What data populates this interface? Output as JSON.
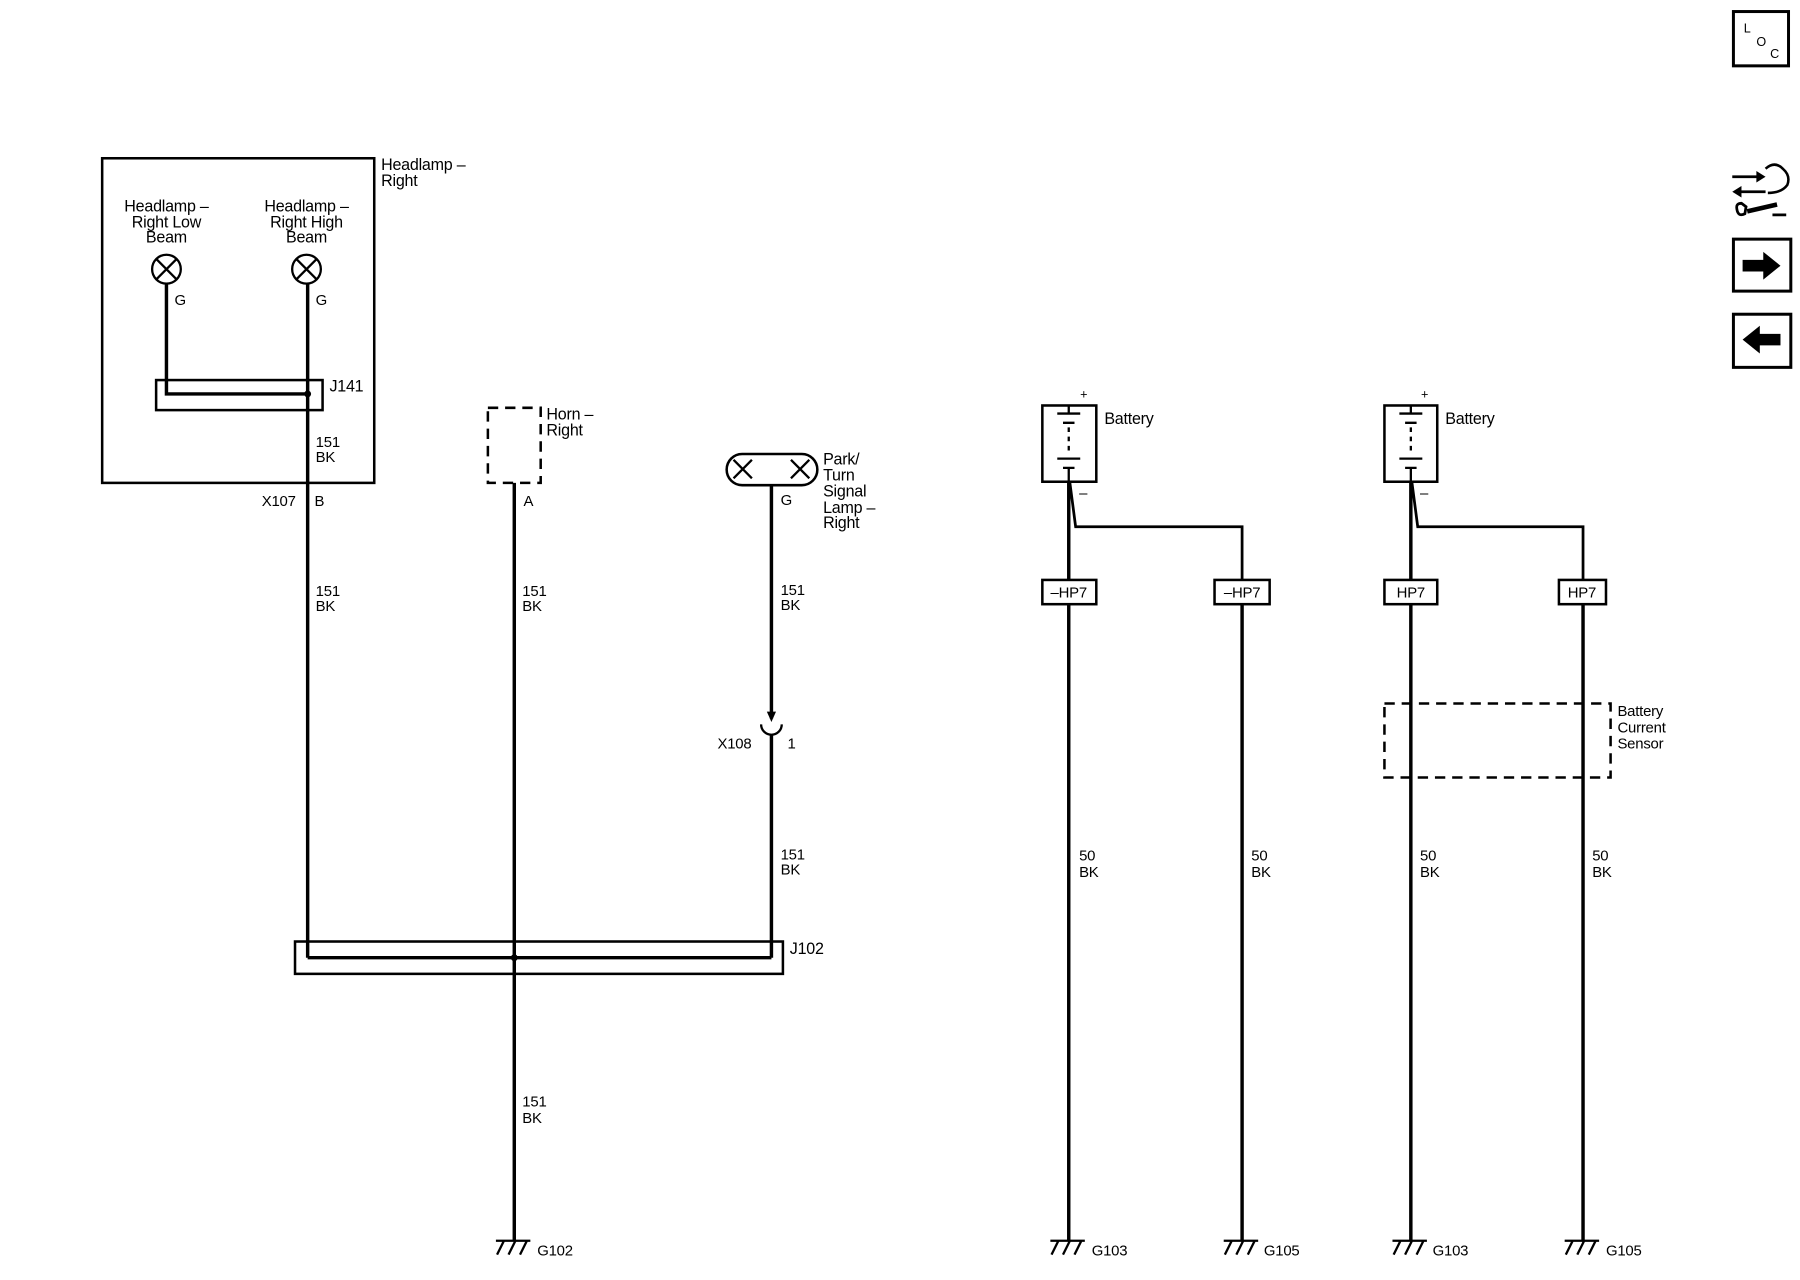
{
  "diagram": {
    "headlamp_right": {
      "label": [
        "Headlamp –",
        "Right"
      ]
    },
    "low_beam": {
      "label": [
        "Headlamp –",
        "Right Low",
        "Beam"
      ],
      "pin": "G"
    },
    "high_beam": {
      "label": [
        "Headlamp –",
        "Right High",
        "Beam"
      ],
      "pin": "G"
    },
    "j141": "J141",
    "x107": {
      "name": "X107",
      "pin": "B"
    },
    "horn_right": {
      "label": [
        "Horn –",
        "Right"
      ],
      "pin": "A"
    },
    "park_turn_lamp": {
      "label": [
        "Park/",
        "Turn",
        "Signal",
        "Lamp –",
        "Right"
      ],
      "pin": "G"
    },
    "x108": {
      "name": "X108",
      "pin": "1"
    },
    "j102": "J102",
    "wire_labels": {
      "headlamp_to_x107": [
        "151",
        "BK"
      ],
      "x107_to_j102": [
        "151",
        "BK"
      ],
      "horn": [
        "151",
        "BK"
      ],
      "park_lamp_upper": [
        "151",
        "BK"
      ],
      "park_lamp_lower": [
        "151",
        "BK"
      ],
      "j102_to_g102": [
        "151",
        "BK"
      ],
      "battery1_to_g103": [
        "50",
        "BK"
      ],
      "battery1_to_g105": [
        "50",
        "BK"
      ],
      "battery2_to_g103": [
        "50",
        "BK"
      ],
      "battery2_to_g105": [
        "50",
        "BK"
      ]
    },
    "battery_1": {
      "label": "Battery",
      "positive": "+",
      "negative": "–",
      "terminals": [
        "–HP7",
        "–HP7"
      ]
    },
    "battery_2": {
      "label": "Battery",
      "positive": "+",
      "negative": "–",
      "terminals": [
        "HP7",
        "HP7"
      ]
    },
    "battery_current_sensor": {
      "label": [
        "Battery",
        "Current",
        "Sensor"
      ]
    },
    "grounds": [
      "G102",
      "G103",
      "G105",
      "G103",
      "G105"
    ]
  },
  "nav": {
    "loc_button": {
      "icon": "loc-icon",
      "letters": [
        "L",
        "O",
        "C"
      ]
    },
    "connector_view_button": {
      "icon": "connector-wrench-icon"
    },
    "next_button": {
      "icon": "arrow-right-icon"
    },
    "previous_button": {
      "icon": "arrow-left-icon"
    }
  }
}
